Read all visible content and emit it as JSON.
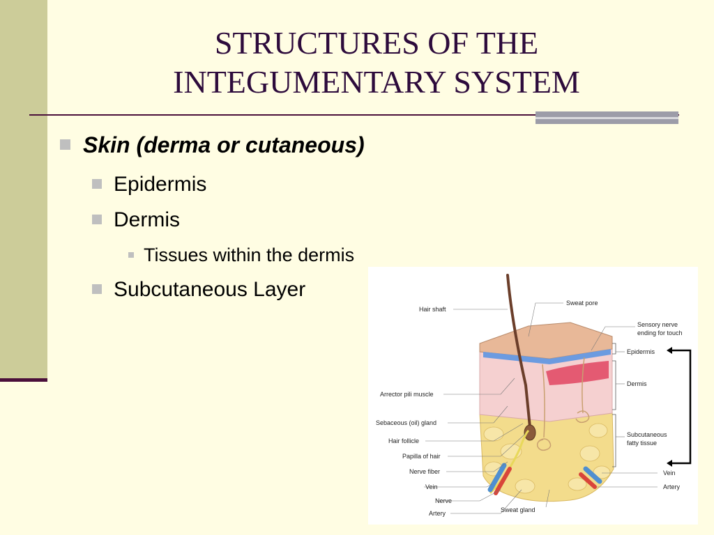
{
  "slide": {
    "title_line1": "STRUCTURES OF THE",
    "title_line2": "INTEGUMENTARY SYSTEM"
  },
  "bullets": {
    "skin": "Skin (derma or cutaneous)",
    "epidermis": "Epidermis",
    "dermis": "Dermis",
    "tissues": "Tissues within the dermis",
    "subcutaneous": "Subcutaneous Layer"
  },
  "figure": {
    "labels": {
      "hair_shaft": "Hair shaft",
      "sweat_pore": "Sweat pore",
      "sensory_nerve_1": "Sensory nerve",
      "sensory_nerve_2": "ending for touch",
      "epidermis": "Epidermis",
      "dermis": "Dermis",
      "subcutaneous_1": "Subcutaneous",
      "subcutaneous_2": "fatty tissue",
      "arrector": "Arrector pili muscle",
      "sebaceous": "Sebaceous (oil) gland",
      "follicle": "Hair follicle",
      "papilla": "Papilla of hair",
      "nerve_fiber": "Nerve fiber",
      "vein_left": "Vein",
      "nerve": "Nerve",
      "artery_left": "Artery",
      "sweat_gland": "Sweat gland",
      "vein_right": "Vein",
      "artery_right": "Artery"
    },
    "colors": {
      "epidermis": "#e8b898",
      "dermis": "#f5d0d0",
      "fat": "#f3dc8c",
      "vein": "#4f8fd0",
      "artery": "#d9453a",
      "hair": "#6b3e2a"
    }
  }
}
